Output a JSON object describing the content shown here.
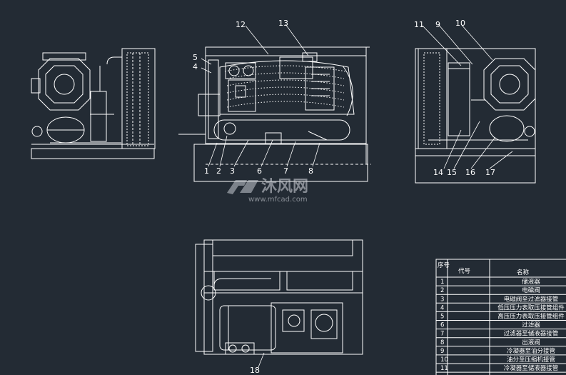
{
  "callouts": [
    {
      "id": "1",
      "text": "1"
    },
    {
      "id": "2",
      "text": "2"
    },
    {
      "id": "3",
      "text": "3"
    },
    {
      "id": "4",
      "text": "4"
    },
    {
      "id": "5",
      "text": "5"
    },
    {
      "id": "6",
      "text": "6"
    },
    {
      "id": "7",
      "text": "7"
    },
    {
      "id": "8",
      "text": "8"
    },
    {
      "id": "9",
      "text": "9"
    },
    {
      "id": "10",
      "text": "10"
    },
    {
      "id": "11",
      "text": "11"
    },
    {
      "id": "12",
      "text": "12"
    },
    {
      "id": "13",
      "text": "13"
    },
    {
      "id": "14",
      "text": "14"
    },
    {
      "id": "15",
      "text": "15"
    },
    {
      "id": "16",
      "text": "16"
    },
    {
      "id": "17",
      "text": "17"
    },
    {
      "id": "18",
      "text": "18"
    }
  ],
  "watermark": {
    "brand": "沐风网",
    "url": "www.mfcad.com"
  },
  "parts_table": {
    "headers": {
      "no": "序号",
      "code": "代号",
      "name": "名称"
    },
    "rows": [
      {
        "no": "1",
        "name": "储液器"
      },
      {
        "no": "2",
        "name": "电磁阀"
      },
      {
        "no": "3",
        "name": "电磁阀至过滤器接管"
      },
      {
        "no": "4",
        "name": "低压压力表取压接管组件"
      },
      {
        "no": "5",
        "name": "高压压力表取压接管组件"
      },
      {
        "no": "6",
        "name": "过滤器"
      },
      {
        "no": "7",
        "name": "过滤器至储液器接管"
      },
      {
        "no": "8",
        "name": "出液阀"
      },
      {
        "no": "9",
        "name": "冷凝器至油分接管"
      },
      {
        "no": "10",
        "name": "油分至压缩机接管"
      },
      {
        "no": "11",
        "name": "冷凝器至储液器接管"
      }
    ]
  },
  "colors": {
    "background": "#232b34",
    "line": "#ffffff"
  }
}
